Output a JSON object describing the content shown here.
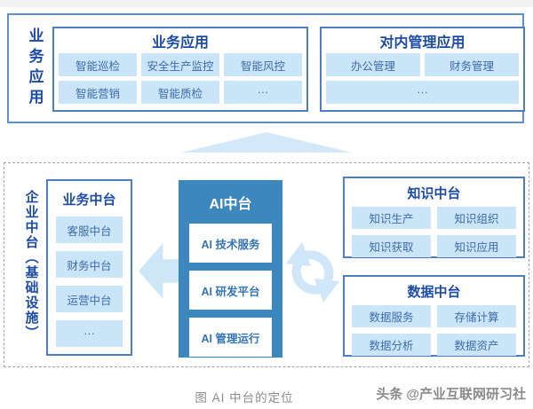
{
  "top": {
    "side_label": "业务应用",
    "box_a": {
      "title": "业务应用",
      "rows": [
        [
          "智能巡检",
          "安全生产监控",
          "智能风控"
        ],
        [
          "智能营销",
          "智能质检",
          "···"
        ]
      ]
    },
    "box_b": {
      "title": "对内管理应用",
      "row1": [
        "办公管理",
        "财务管理"
      ],
      "row2": "···"
    }
  },
  "bottom": {
    "side_label": "企业中台（基础设施）",
    "biz": {
      "title": "业务中台",
      "items": [
        "客服中台",
        "财务中台",
        "运营中台",
        "···"
      ]
    },
    "ai": {
      "title": "AI中台",
      "items": [
        "AI 技术服务",
        "AI 研发平台",
        "AI 管理运行"
      ]
    },
    "knowledge": {
      "title": "知识中台",
      "items": [
        "知识生产",
        "知识组织",
        "知识获取",
        "知识应用"
      ]
    },
    "data": {
      "title": "数据中台",
      "items": [
        "数据服务",
        "存储计算",
        "数据分析",
        "数据资产"
      ]
    }
  },
  "caption": "图  AI 中台的定位",
  "watermark": {
    "logo": "头条",
    "handle": "@产业互联网研习社"
  },
  "colors": {
    "header_text_blue": "#1c4ca3",
    "ai_box_blue": "#3d87bf",
    "cell_bg_blue": "#c9e5f7",
    "cell_text_blue": "#3f6bac",
    "arrow_light_blue": "#d3e9f9",
    "solid_border_blue": "#4d7ec0",
    "dashed_border_gray": "#a3a3a3"
  }
}
